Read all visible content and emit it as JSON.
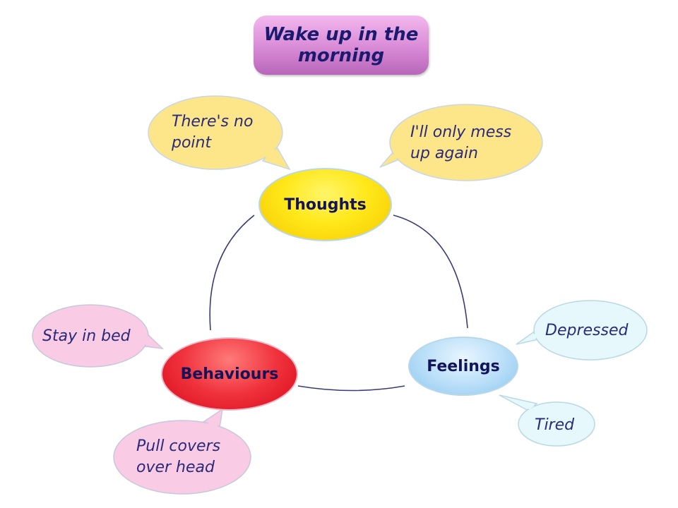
{
  "title": {
    "line1": "Wake up in the",
    "line2": "morning"
  },
  "nodes": {
    "thoughts": "Thoughts",
    "feelings": "Feelings",
    "behaviours": "Behaviours"
  },
  "bubbles": {
    "thoughts_1": {
      "line1": "There's no",
      "line2": "point"
    },
    "thoughts_2": {
      "line1": "I'll only mess",
      "line2": "up again"
    },
    "feelings_1": "Depressed",
    "feelings_2": "Tired",
    "behaviours_1": "Stay in bed",
    "behaviours_2": {
      "line1": "Pull covers",
      "line2": "over head"
    }
  },
  "colors": {
    "thought_bubble": "#fde58a",
    "feeling_bubble": "#e6f8fc",
    "behaviour_bubble": "#f9cbe4",
    "connector": "#3a3a7a",
    "text": "#2a2a7a"
  }
}
